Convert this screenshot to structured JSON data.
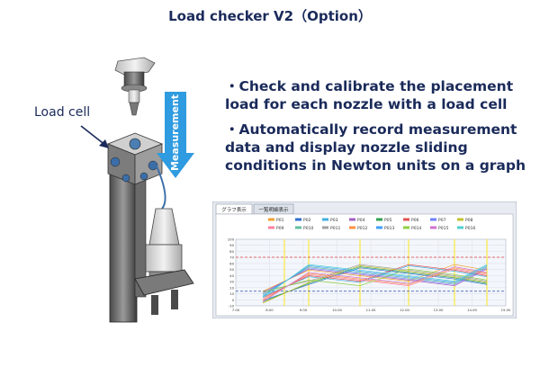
{
  "title": "Load checker V2（Option）",
  "load_cell_label": "Load cell",
  "arrow_label": "Measurement",
  "bullets": [
    "・Check and calibrate the placement load for each nozzle with a load cell",
    "・Automatically record measurement data and display nozzle sliding conditions in Newton units on a graph"
  ],
  "graph_panel": {
    "tabs": [
      "グラフ表示",
      "一覧明細表示"
    ],
    "legend": [
      "P01",
      "P02",
      "P03",
      "P04",
      "P05",
      "P06",
      "P07",
      "P08",
      "P09",
      "P010",
      "P011",
      "P012",
      "P013",
      "P014",
      "P015",
      "P016"
    ],
    "chart_data": {
      "type": "line",
      "y_ticks": [
        "100",
        "90",
        "80",
        "70",
        "60",
        "50",
        "40",
        "30",
        "20",
        "10",
        "0",
        "-10"
      ],
      "x_ticks": [
        "7.00",
        "8.00",
        "9.00",
        "10.00",
        "11.00",
        "12.00",
        "13.00",
        "14.00",
        "15.00"
      ],
      "ylim": [
        -10,
        100
      ],
      "xlim": [
        7,
        15
      ]
    },
    "colors": {
      "accent": "#2f9be0",
      "upper_limit": "#e04040",
      "lower_limit": "#3050b0",
      "vertical_marker": "#ffe400"
    }
  }
}
